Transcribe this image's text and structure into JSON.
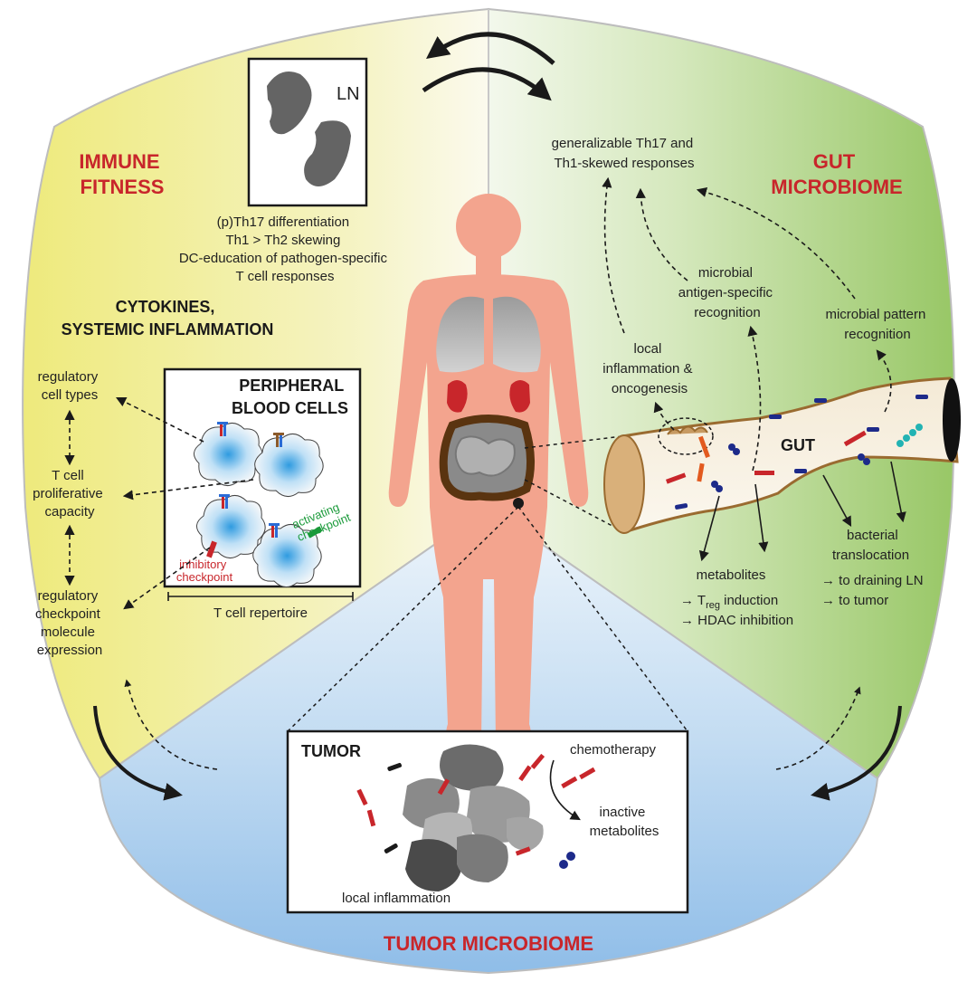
{
  "headings": {
    "immune_fitness_1": "IMMUNE",
    "immune_fitness_2": "FITNESS",
    "gut_microbiome_1": "GUT",
    "gut_microbiome_2": "MICROBIOME",
    "tumor_microbiome": "TUMOR MICROBIOME",
    "cytokines_1": "CYTOKINES,",
    "cytokines_2": "SYSTEMIC INFLAMMATION"
  },
  "lymph_node": {
    "label": "LN",
    "lines": [
      "(p)Th17 differentiation",
      "Th1 > Th2 skewing",
      "DC-education of pathogen-specific",
      "T cell responses"
    ]
  },
  "blood_cells": {
    "title_1": "PERIPHERAL",
    "title_2": "BLOOD CELLS",
    "activating_1": "activating",
    "activating_2": "checkpoint",
    "inhibitory_1": "inhibitory",
    "inhibitory_2": "checkpoint",
    "repertoire": "T cell repertoire"
  },
  "left_labels": {
    "regulatory_1": "regulatory",
    "regulatory_2": "cell types",
    "prolif_1": "T cell",
    "prolif_2": "proliferative",
    "prolif_3": "capacity",
    "checkpoint_1": "regulatory",
    "checkpoint_2": "checkpoint",
    "checkpoint_3": "molecule",
    "checkpoint_4": "expression"
  },
  "gut": {
    "label": "GUT",
    "generalizable_1": "generalizable Th17 and",
    "generalizable_2": "Th1-skewed responses",
    "antigen_1": "microbial",
    "antigen_2": "antigen-specific",
    "antigen_3": "recognition",
    "pattern_1": "microbial pattern",
    "pattern_2": "recognition",
    "local_1": "local",
    "local_2": "inflammation &",
    "local_3": "oncogenesis",
    "metabolites": "metabolites",
    "treg_prefix": "→ T",
    "treg_sub": "reg",
    "treg_suffix": " induction",
    "hdac": "→ HDAC inhibition",
    "transloc_1": "bacterial",
    "transloc_2": "translocation",
    "transloc_3": "→ to draining LN",
    "transloc_4": "→ to tumor"
  },
  "tumor": {
    "title": "TUMOR",
    "chemotherapy": "chemotherapy",
    "inactive_1": "inactive",
    "inactive_2": "metabolites",
    "local_inflammation": "local inflammation"
  },
  "colors": {
    "red_heading": "#c8262b",
    "immune_bg": "#f3ef9c",
    "gut_bg": "#a9cf7b",
    "tumor_bg": "#a5c9ea",
    "skin": "#f3a48e",
    "bacteria_red": "#c8262b",
    "bacteria_blue": "#1d2a8a",
    "checkpoint_green": "#1a9a3a"
  }
}
